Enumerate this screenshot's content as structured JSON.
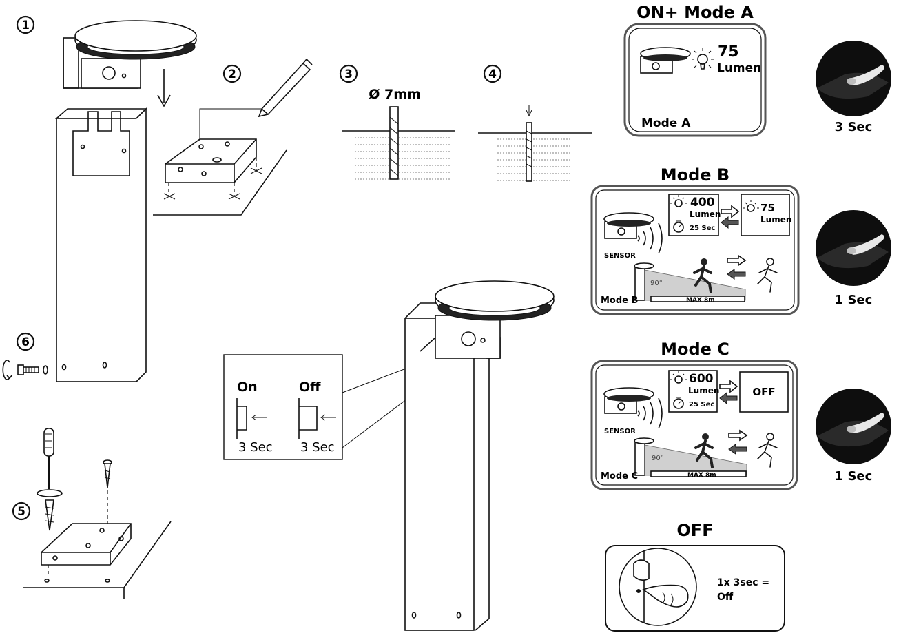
{
  "steps": {
    "s1": "1",
    "s2": "2",
    "s3": "3",
    "s4": "4",
    "s5": "5",
    "s6": "6"
  },
  "drill": {
    "size": "Ø 7mm"
  },
  "switch_panel": {
    "on_label": "On",
    "off_label": "Off",
    "on_time": "3 Sec",
    "off_time": "3 Sec"
  },
  "mode_a": {
    "title": "ON+ Mode A",
    "lumen_value": "75",
    "lumen_unit": "Lumen",
    "caption": "Mode A",
    "press_time": "3 Sec"
  },
  "mode_b": {
    "title": "Mode B",
    "lumen_value": "400",
    "lumen_unit": "Lumen",
    "timer": "25 Sec",
    "dim_value": "75",
    "dim_unit": "Lumen",
    "sensor_label": "SENSOR",
    "angle": "90°",
    "range": "MAX 8m",
    "caption": "Mode B",
    "press_time": "1 Sec"
  },
  "mode_c": {
    "title": "Mode C",
    "lumen_value": "600",
    "lumen_unit": "Lumen",
    "timer": "25 Sec",
    "off_state": "OFF",
    "sensor_label": "SENSOR",
    "angle": "90°",
    "range": "MAX 8m",
    "caption": "Mode C",
    "press_time": "1 Sec"
  },
  "off_section": {
    "title": "OFF",
    "line1": "1x 3sec =",
    "line2": "Off"
  }
}
